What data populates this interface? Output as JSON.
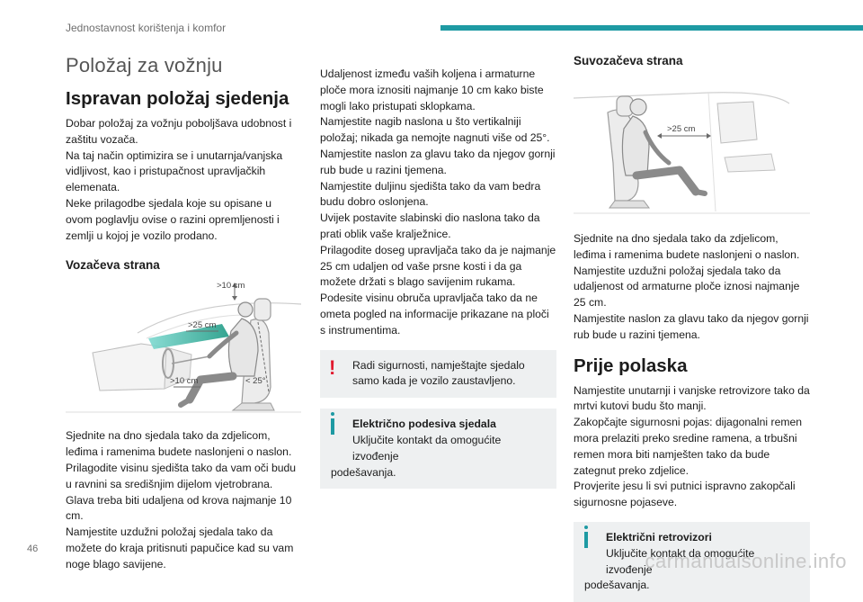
{
  "header": {
    "title": "Jednostavnost korištenja i komfor",
    "accent_color": "#1e9aa3"
  },
  "page_number": "46",
  "col1": {
    "section_title": "Položaj za vožnju",
    "heading": "Ispravan položaj sjedenja",
    "intro": "Dobar položaj za vožnju poboljšava udobnost i zaštitu vozača.\nNa taj način optimizira se i unutarnja/vanjska vidljivost, kao i pristupačnost upravljačkih elemenata.\nNeke prilagodbe sjedala koje su opisane u ovom poglavlju ovise o razini opremljenosti i zemlji u kojoj je vozilo prodano.",
    "driver_heading": "Vozačeva strana",
    "driver_figure": {
      "label_top": ">10 cm",
      "label_mid": ">25 cm",
      "label_bottom": ">10 cm",
      "label_angle": "< 25°"
    },
    "driver_text": "Sjednite na dno sjedala tako da zdjelicom, leđima i ramenima budete naslonjeni o naslon.\nPrilagodite visinu sjedišta tako da vam oči budu u ravnini sa središnjim dijelom vjetrobrana.\nGlava treba biti udaljena od krova najmanje 10 cm.\nNamjestite uzdužni položaj sjedala tako da možete do kraja pritisnuti papučice kad su vam noge blago savijene."
  },
  "col2": {
    "text": "Udaljenost između vaših koljena i armaturne ploče mora iznositi najmanje 10 cm kako biste mogli lako pristupati sklopkama.\nNamjestite nagib naslona u što vertikalniji položaj; nikada ga nemojte nagnuti više od 25°.\nNamjestite naslon za glavu tako da njegov gornji rub bude u razini tjemena.\nNamjestite duljinu sjedišta tako da vam bedra budu dobro oslonjena.\nUvijek postavite slabinski dio naslona tako da prati oblik vaše kralježnice.\nPrilagodite doseg upravljača tako da je najmanje 25 cm udaljen od vaše prsne kosti i da ga možete držati s blago savijenim rukama.\nPodesite visinu obruča upravljača tako da ne ometa pogled na informacije prikazane na ploči s instrumentima.",
    "warning_text": "Radi sigurnosti, namještajte sjedalo samo kada je vozilo zaustavljeno.",
    "info_title": "Električno podesiva sjedala",
    "info_text_first": "Uključite kontakt da omogućite izvođenje",
    "info_text_rest": "podešavanja.",
    "warning_color": "#e11a2f"
  },
  "col3": {
    "passenger_heading": "Suvozačeva strana",
    "passenger_figure": {
      "label": ">25 cm"
    },
    "passenger_text": "Sjednite na dno sjedala tako da zdjelicom, leđima i ramenima budete naslonjeni o naslon.\nNamjestite uzdužni položaj sjedala tako da udaljenost od armaturne ploče iznosi najmanje 25 cm.\nNamjestite naslon za glavu tako da njegov gornji rub bude u razini tjemena.",
    "heading": "Prije polaska",
    "before_text": "Namjestite unutarnji i vanjske retrovizore tako da mrtvi kutovi budu što manji.\nZakopčajte sigurnosni pojas: dijagonalni remen mora prelaziti preko sredine ramena, a trbušni remen mora biti namješten tako da bude zategnut preko zdjelice.\nProvjerite jesu li svi putnici ispravno zakopčali sigurnosne pojaseve.",
    "info_title": "Električni retrovizori",
    "info_text_first": "Uključite kontakt da omogućite izvođenje",
    "info_text_rest": "podešavanja."
  },
  "watermark": "carmanualsonline.info"
}
